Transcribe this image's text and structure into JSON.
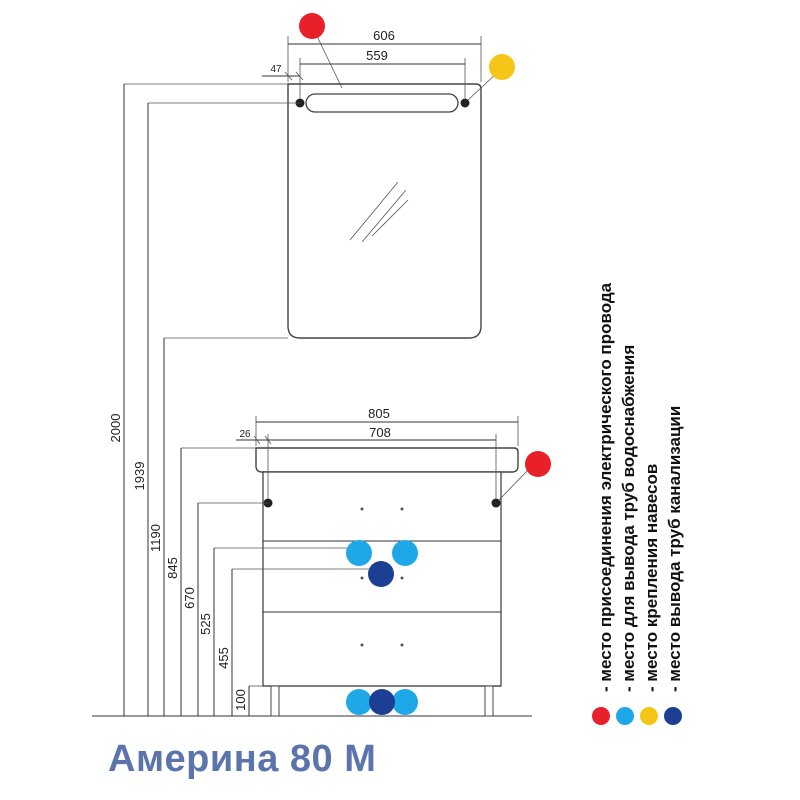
{
  "title": "Америна 80 М",
  "dimensions": {
    "mirror_width": "606",
    "mirror_mount_spacing": "559",
    "mirror_mount_offset": "47",
    "cabinet_width": "805",
    "cabinet_mount_spacing": "708",
    "cabinet_mount_offset": "26",
    "heights": [
      "2000",
      "1939",
      "1190",
      "845",
      "670",
      "525",
      "455",
      "100"
    ]
  },
  "legend": [
    {
      "text": "- место присоединения электрического провода",
      "color": "#e8202a"
    },
    {
      "text": "- место для вывода труб водоснабжения",
      "color": "#1ea8e8"
    },
    {
      "text": "- место крепления навесов",
      "color": "#f5c518"
    },
    {
      "text": "- место вывода труб канализации",
      "color": "#1c3f94"
    }
  ],
  "colors": {
    "electric": "#e8202a",
    "water": "#1ea8e8",
    "mount": "#f5c518",
    "sewer": "#1c3f94",
    "title": "#5c74ac"
  }
}
